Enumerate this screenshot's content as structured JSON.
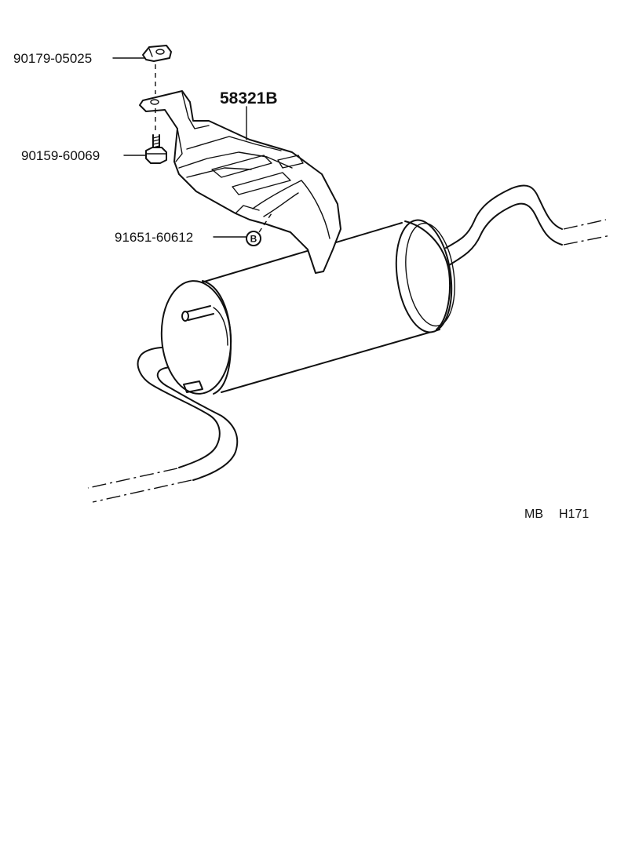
{
  "parts": {
    "clip_nut": {
      "number": "90179-05025",
      "icon": "clip-nut-icon"
    },
    "heat_insulator": {
      "number": "58321B",
      "icon": "heat-insulator-icon"
    },
    "bolt": {
      "number": "90159-60069",
      "icon": "bolt-icon"
    },
    "bolt_b": {
      "number": "91651-60612",
      "reference_mark": "B",
      "icon": "bolt-b-icon"
    }
  },
  "diagram_code": {
    "prefix": "MB",
    "code": "H171"
  }
}
